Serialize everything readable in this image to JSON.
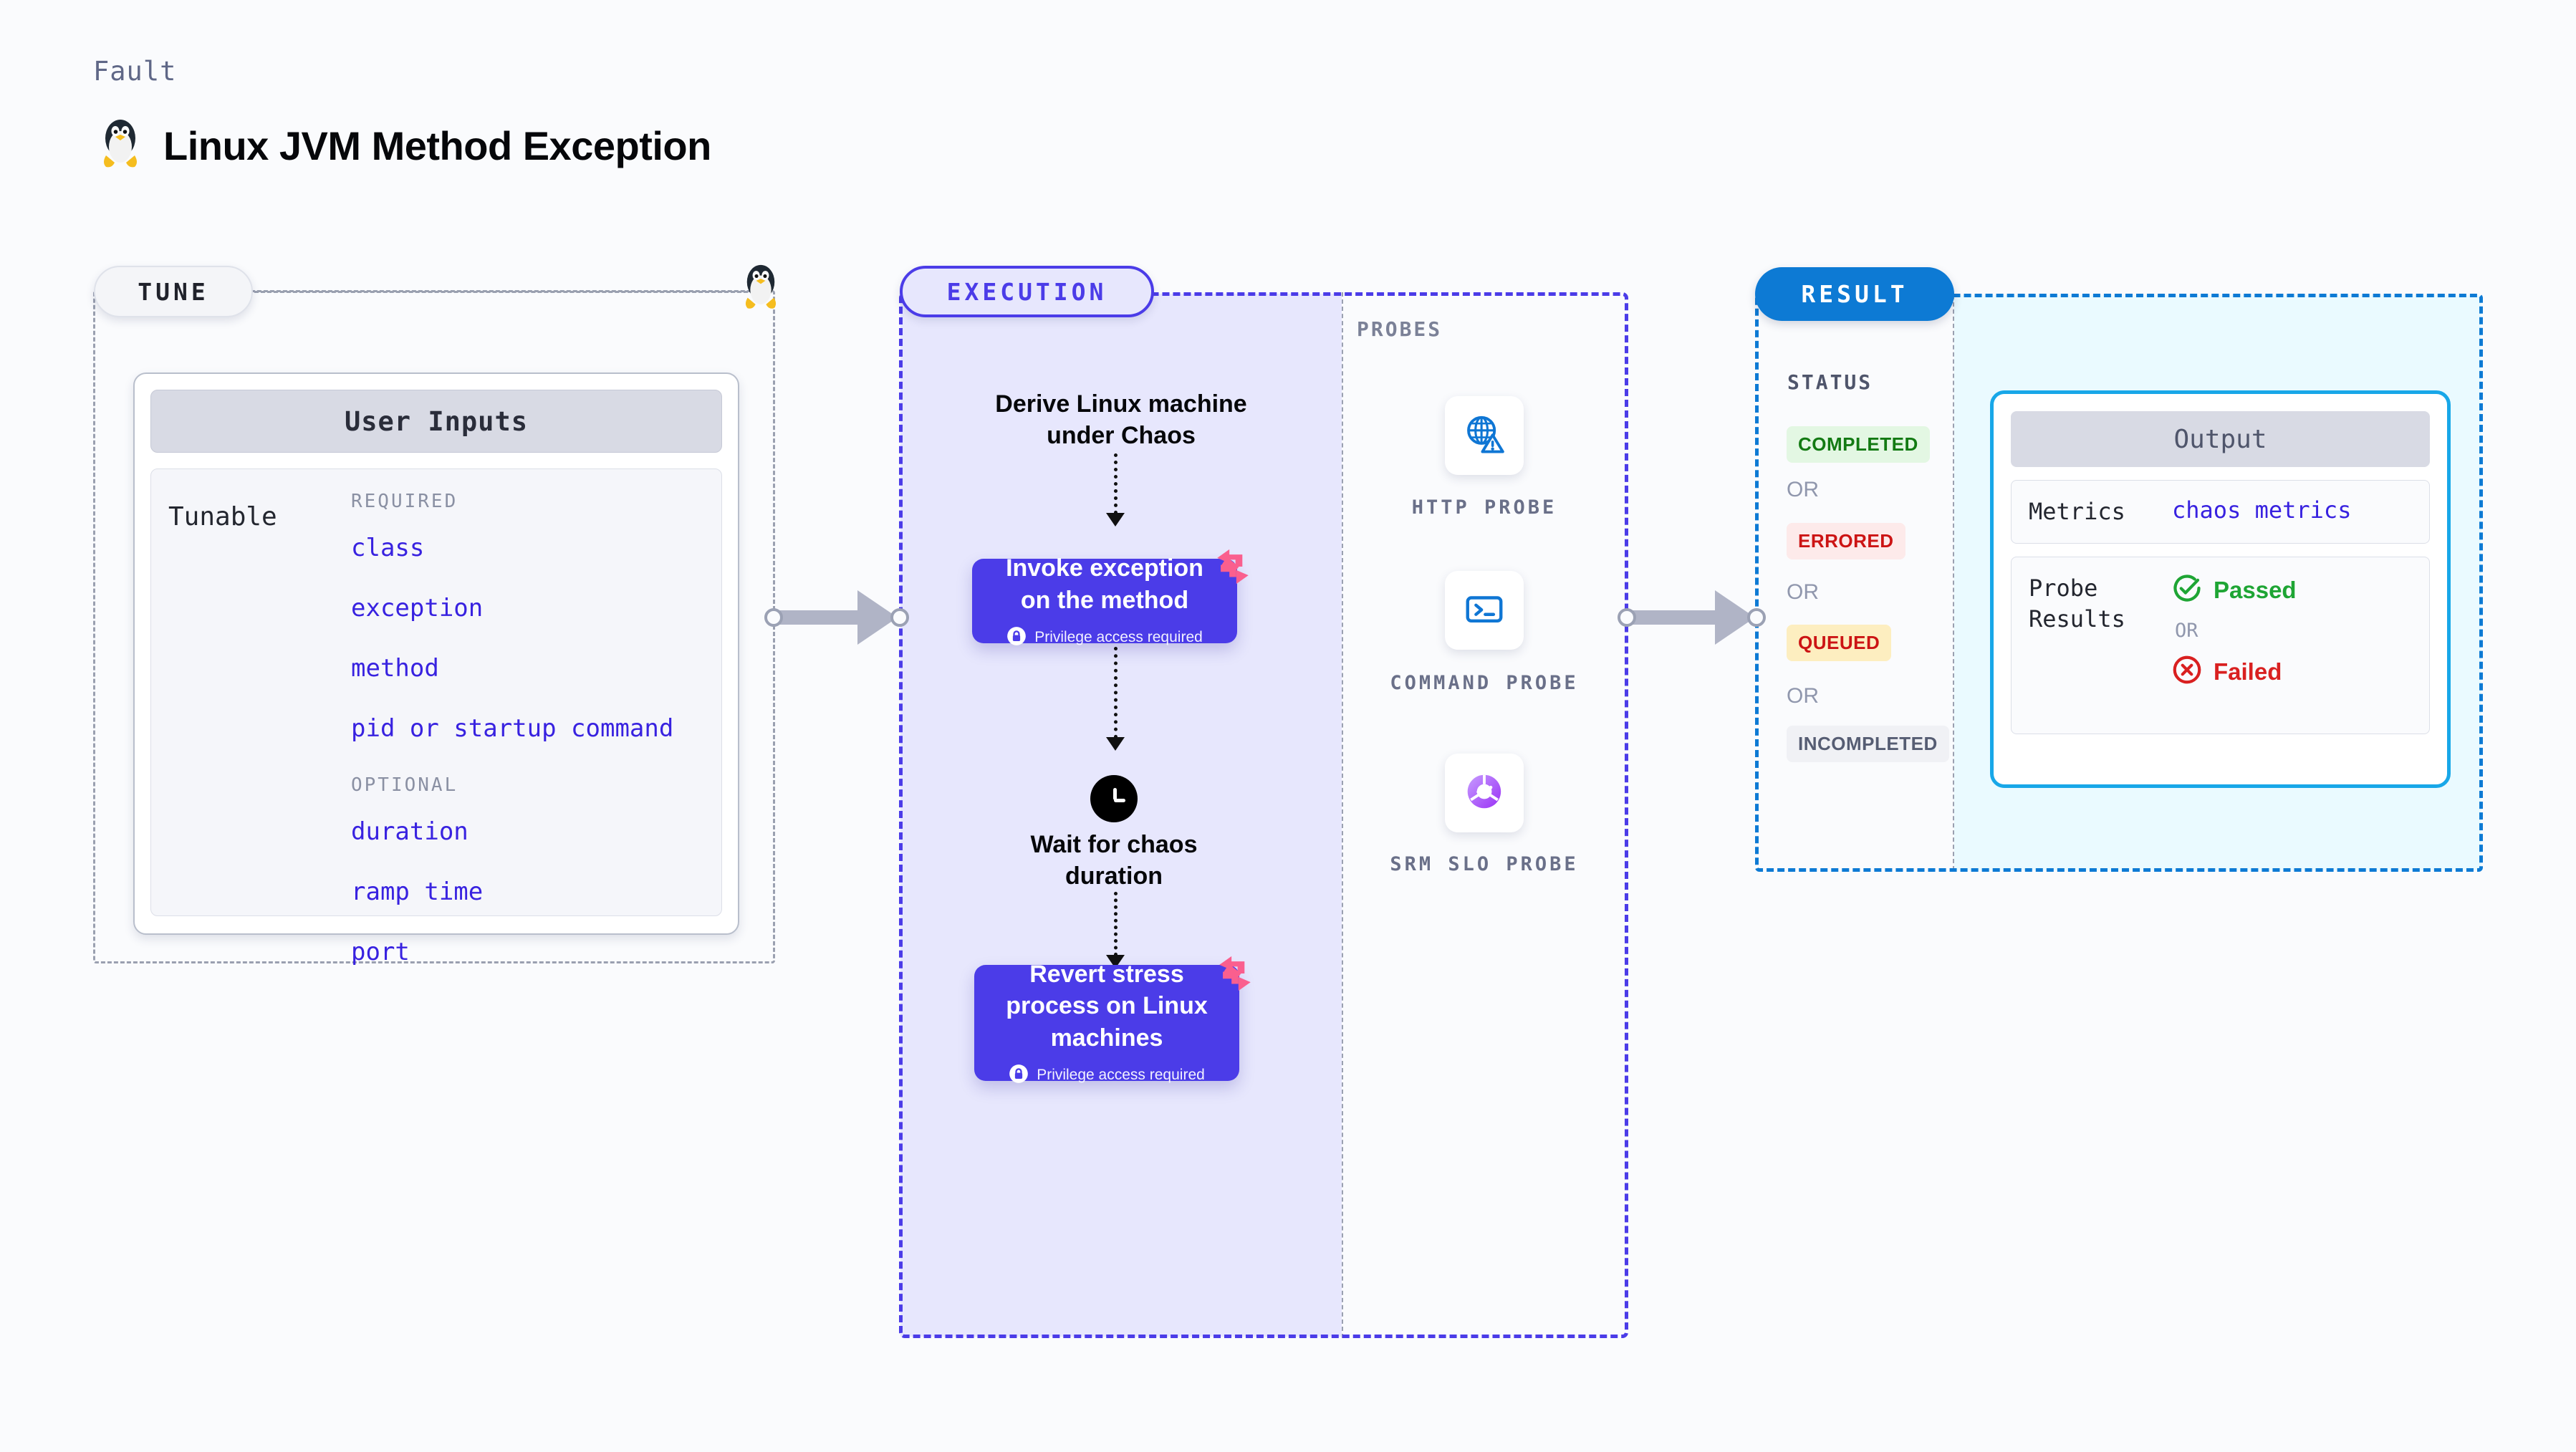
{
  "header": {
    "kicker": "Fault",
    "title": "Linux JVM Method Exception",
    "icon": "linux-penguin-icon"
  },
  "tune": {
    "pill_label": "TUNE",
    "edge_icon": "linux-penguin-icon",
    "inputs_card": {
      "header": "User Inputs",
      "row_label": "Tunable",
      "groups": [
        {
          "heading": "REQUIRED",
          "items": [
            "class",
            "exception",
            "method",
            "pid or startup command"
          ]
        },
        {
          "heading": "OPTIONAL",
          "items": [
            "duration",
            "ramp time",
            "port"
          ]
        }
      ]
    }
  },
  "execution": {
    "pill_label": "EXECUTION",
    "steps": [
      {
        "kind": "text",
        "label": "Derive Linux machine\nunder Chaos"
      },
      {
        "kind": "action",
        "title": "Invoke exception\non the method",
        "privilege": "Privilege access required",
        "lock_icon": "lock-icon",
        "brand_icon": "harness-logo-icon"
      },
      {
        "kind": "wait",
        "icon": "clock-icon",
        "label": "Wait for chaos\nduration"
      },
      {
        "kind": "action",
        "title": "Revert stress\nprocess on Linux\nmachines",
        "privilege": "Privilege access required",
        "lock_icon": "lock-icon",
        "brand_icon": "harness-logo-icon"
      }
    ]
  },
  "probes": {
    "heading": "PROBES",
    "items": [
      {
        "name": "HTTP PROBE",
        "icon": "globe-warning-icon"
      },
      {
        "name": "COMMAND PROBE",
        "icon": "terminal-icon"
      },
      {
        "name": "SRM SLO PROBE",
        "icon": "slo-donut-check-icon"
      }
    ]
  },
  "result": {
    "pill_label": "RESULT",
    "status_heading": "STATUS",
    "or_label": "OR",
    "statuses": [
      {
        "label": "COMPLETED",
        "bg": "#e3f7e3",
        "fg": "#137a13"
      },
      {
        "label": "ERRORED",
        "bg": "#fdeaea",
        "fg": "#cc1414"
      },
      {
        "label": "QUEUED",
        "bg": "#fdeec0",
        "fg": "#cc1414"
      },
      {
        "label": "INCOMPLETED",
        "bg": "#f0f1f5",
        "fg": "#565d73"
      }
    ],
    "output": {
      "header": "Output",
      "metrics_key": "Metrics",
      "metrics_value": "chaos metrics",
      "probe_key": "Probe\nResults",
      "passed_label": "Passed",
      "failed_label": "Failed",
      "or_label": "OR",
      "passed_icon": "check-circle-icon",
      "failed_icon": "x-circle-icon"
    }
  },
  "colors": {
    "accent_purple": "#4b3ce8",
    "accent_blue": "#0d7ad4",
    "accent_cyan": "#18a7e8",
    "brand_pink": "#fa5f8e",
    "tunable_text": "#3822e0"
  }
}
